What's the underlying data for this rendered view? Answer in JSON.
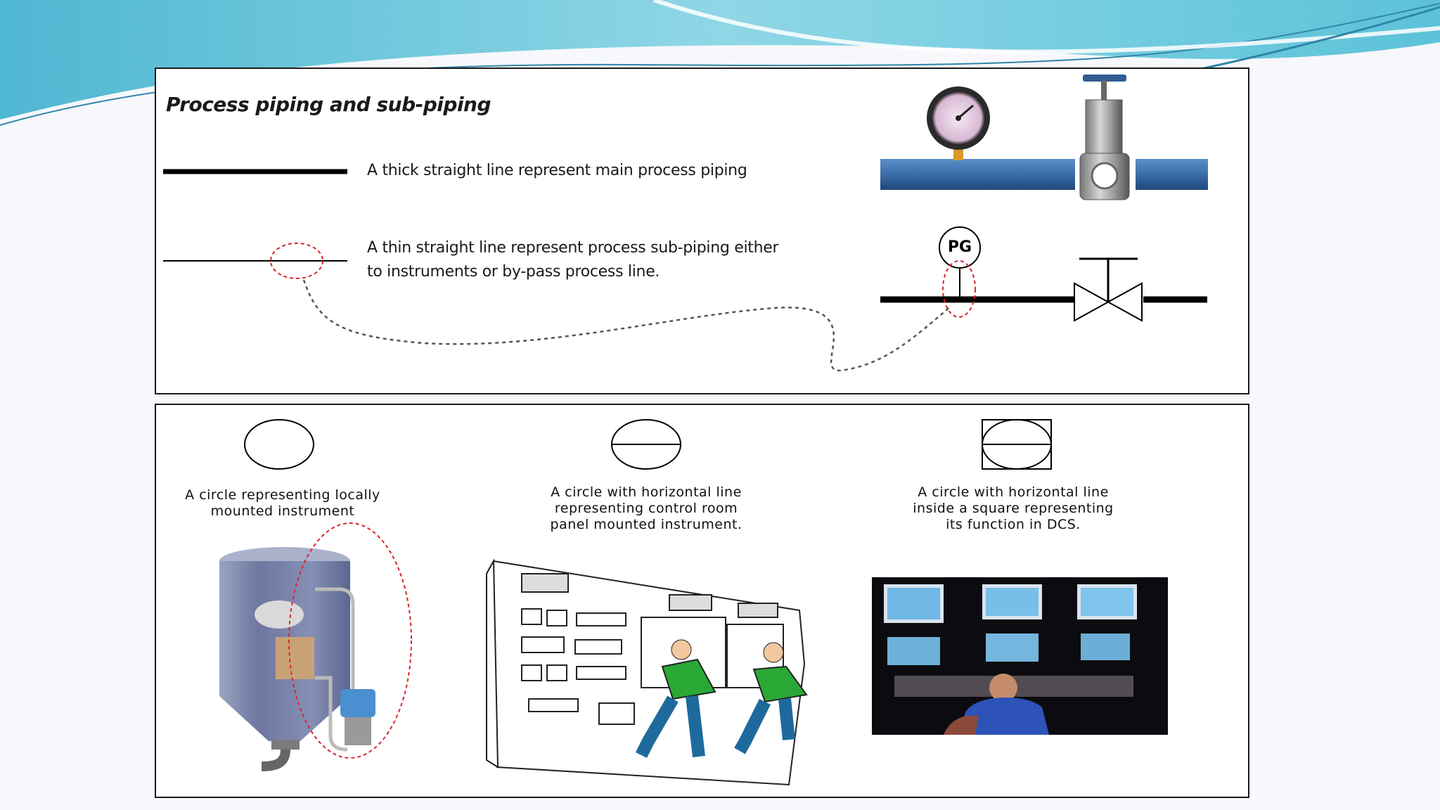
{
  "sub_piping": {
    "title": "Process piping and sub-piping",
    "main_desc": "A thick straight line represent main process piping",
    "sub_desc_lines": [
      "A thin straight line represent process sub-piping either",
      "to instruments or by-pass process line."
    ],
    "gauge_tag": "PG"
  },
  "symbols": {
    "local": {
      "caption_lines": [
        "A circle representing locally",
        "mounted instrument"
      ]
    },
    "panel": {
      "caption_lines": [
        "A circle with horizontal line",
        "representing control room",
        "panel mounted instrument."
      ]
    },
    "dcs": {
      "caption_lines": [
        "A circle with horizontal line",
        "inside a square representing",
        "its function in DCS."
      ]
    }
  },
  "colors": {
    "pipe_blue": "#3b6ea8",
    "dashed_red": "#d9262b",
    "operator_green": "#2aa836",
    "wave_teal": "#57bfd6"
  }
}
